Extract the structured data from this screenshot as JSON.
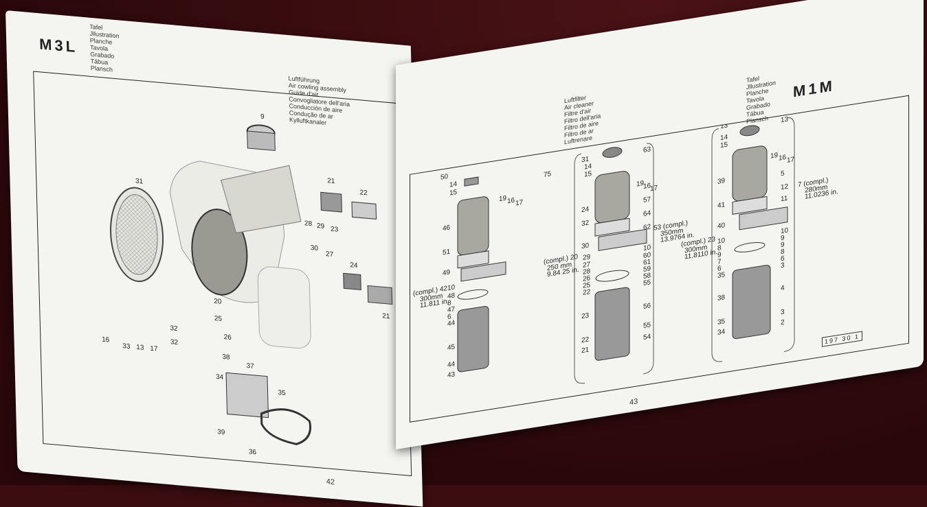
{
  "left": {
    "code": "M3L",
    "caption_lines": [
      "Tafel",
      "Jllustration",
      "Planche",
      "Tavola",
      "Grabado",
      "Tábua",
      "Plansch"
    ],
    "title_lines": [
      "Luftführung",
      "Air cowling assembly",
      "Guide d'air",
      "Convogliatore dell'aria",
      "Conducción de aire",
      "Condução de ar",
      "Kylluftkanaler"
    ],
    "part_numbers": [
      "9",
      "31",
      "21",
      "22",
      "28",
      "29",
      "23",
      "30",
      "27",
      "24",
      "21",
      "20",
      "25",
      "26",
      "32",
      "16",
      "33",
      "13",
      "17",
      "32",
      "38",
      "37",
      "34",
      "35",
      "39",
      "36"
    ],
    "page_number": "42"
  },
  "right": {
    "code": "M1M",
    "caption_lines": [
      "Tafel",
      "Jllustration",
      "Planche",
      "Tavola",
      "Grabado",
      "Tábua",
      "Plansch"
    ],
    "title_lines": [
      "Luftfilter",
      "Air cleaner",
      "Filtre d'air",
      "Filtro dell'aria",
      "Filtro de aire",
      "Filtro de ar",
      "Luftrenare"
    ],
    "part_numbers": [
      "50",
      "14",
      "15",
      "75",
      "19",
      "16",
      "17",
      "46",
      "51",
      "49",
      "10",
      "48",
      "8",
      "47",
      "6",
      "44",
      "45",
      "44",
      "43",
      "31",
      "14",
      "15",
      "63",
      "19",
      "16",
      "17",
      "24",
      "57",
      "32",
      "64",
      "62",
      "30",
      "29",
      "27",
      "28",
      "26",
      "25",
      "22",
      "23",
      "22",
      "21",
      "10",
      "60",
      "61",
      "59",
      "58",
      "55",
      "56",
      "55",
      "54",
      "13",
      "14",
      "15",
      "13",
      "19",
      "16",
      "17",
      "39",
      "5",
      "41",
      "12",
      "11",
      "40",
      "10",
      "8",
      "9",
      "7",
      "6",
      "35",
      "38",
      "35",
      "34",
      "10",
      "9",
      "9",
      "8",
      "6",
      "3",
      "4",
      "3",
      "2"
    ],
    "note_a": {
      "top": "(compl.) 42",
      "mid": "300mm",
      "bot": "11.811 in."
    },
    "note_b": {
      "top": "(compl.) 20",
      "mid": "250 mm",
      "bot": "9.84 25 in."
    },
    "note_c": {
      "top": "53 (compl.)",
      "mid": "350mm",
      "bot": "13.9764 in."
    },
    "note_d": {
      "top": "(compl.) 23",
      "mid": "300mm",
      "bot": "11.8110 in."
    },
    "note_e": {
      "top": "7 (compl.)",
      "mid": "280mm",
      "bot": "11.0236 in."
    },
    "stamp": "197 30 1",
    "page_number": "43"
  },
  "colors": {
    "paper": "#f4f4f1",
    "ink": "#222222",
    "background": "#3b0d10"
  }
}
